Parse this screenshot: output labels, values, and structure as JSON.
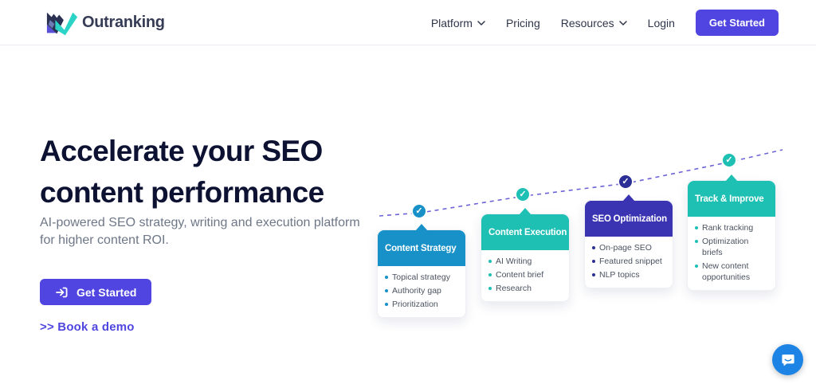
{
  "theme": {
    "primary_color": "#5045e0",
    "link_color": "#4f46e0",
    "heading_color": "#0d1233",
    "body_text_color": "#6e7787",
    "chat_color": "#1d84e5",
    "navbar_border": "#ececf2"
  },
  "nav": {
    "brand": "Outranking",
    "items": [
      {
        "label": "Platform",
        "has_dropdown": true
      },
      {
        "label": "Pricing",
        "has_dropdown": false
      },
      {
        "label": "Resources",
        "has_dropdown": true
      },
      {
        "label": "Login",
        "has_dropdown": false
      }
    ],
    "cta_label": "Get Started"
  },
  "hero": {
    "title_line1": "Accelerate your SEO",
    "title_line2": "content performance",
    "subtitle": "AI-powered SEO strategy, writing and execution platform for higher content ROI.",
    "cta_label": "Get Started",
    "demo_link_label": ">> Book a demo"
  },
  "diagram": {
    "line_color": "#6c63d6",
    "check_glyph": "✓",
    "checkpoints": [
      {
        "color": "#1791c8"
      },
      {
        "color": "#1fc0b4"
      },
      {
        "color": "#2c2f96"
      },
      {
        "color": "#1fc0b4"
      }
    ],
    "cards": [
      {
        "title": "Content Strategy",
        "header_color": "#1791c8",
        "accent_color": "#1791c8",
        "items": [
          "Topical strategy",
          "Authority gap",
          "Prioritization"
        ]
      },
      {
        "title": "Content Execution",
        "header_color": "#1fc0b4",
        "accent_color": "#1fc0b4",
        "items": [
          "AI Writing",
          "Content brief",
          "Research"
        ]
      },
      {
        "title": "SEO Optimization",
        "header_color": "#3b34b2",
        "accent_color": "#2c2f96",
        "items": [
          "On-page SEO",
          "Featured snippet",
          "NLP topics"
        ]
      },
      {
        "title": "Track & Improve",
        "header_color": "#1fc0b4",
        "accent_color": "#1fc0b4",
        "items": [
          "Rank tracking",
          "Optimization briefs",
          "New content opportunities"
        ]
      }
    ]
  }
}
